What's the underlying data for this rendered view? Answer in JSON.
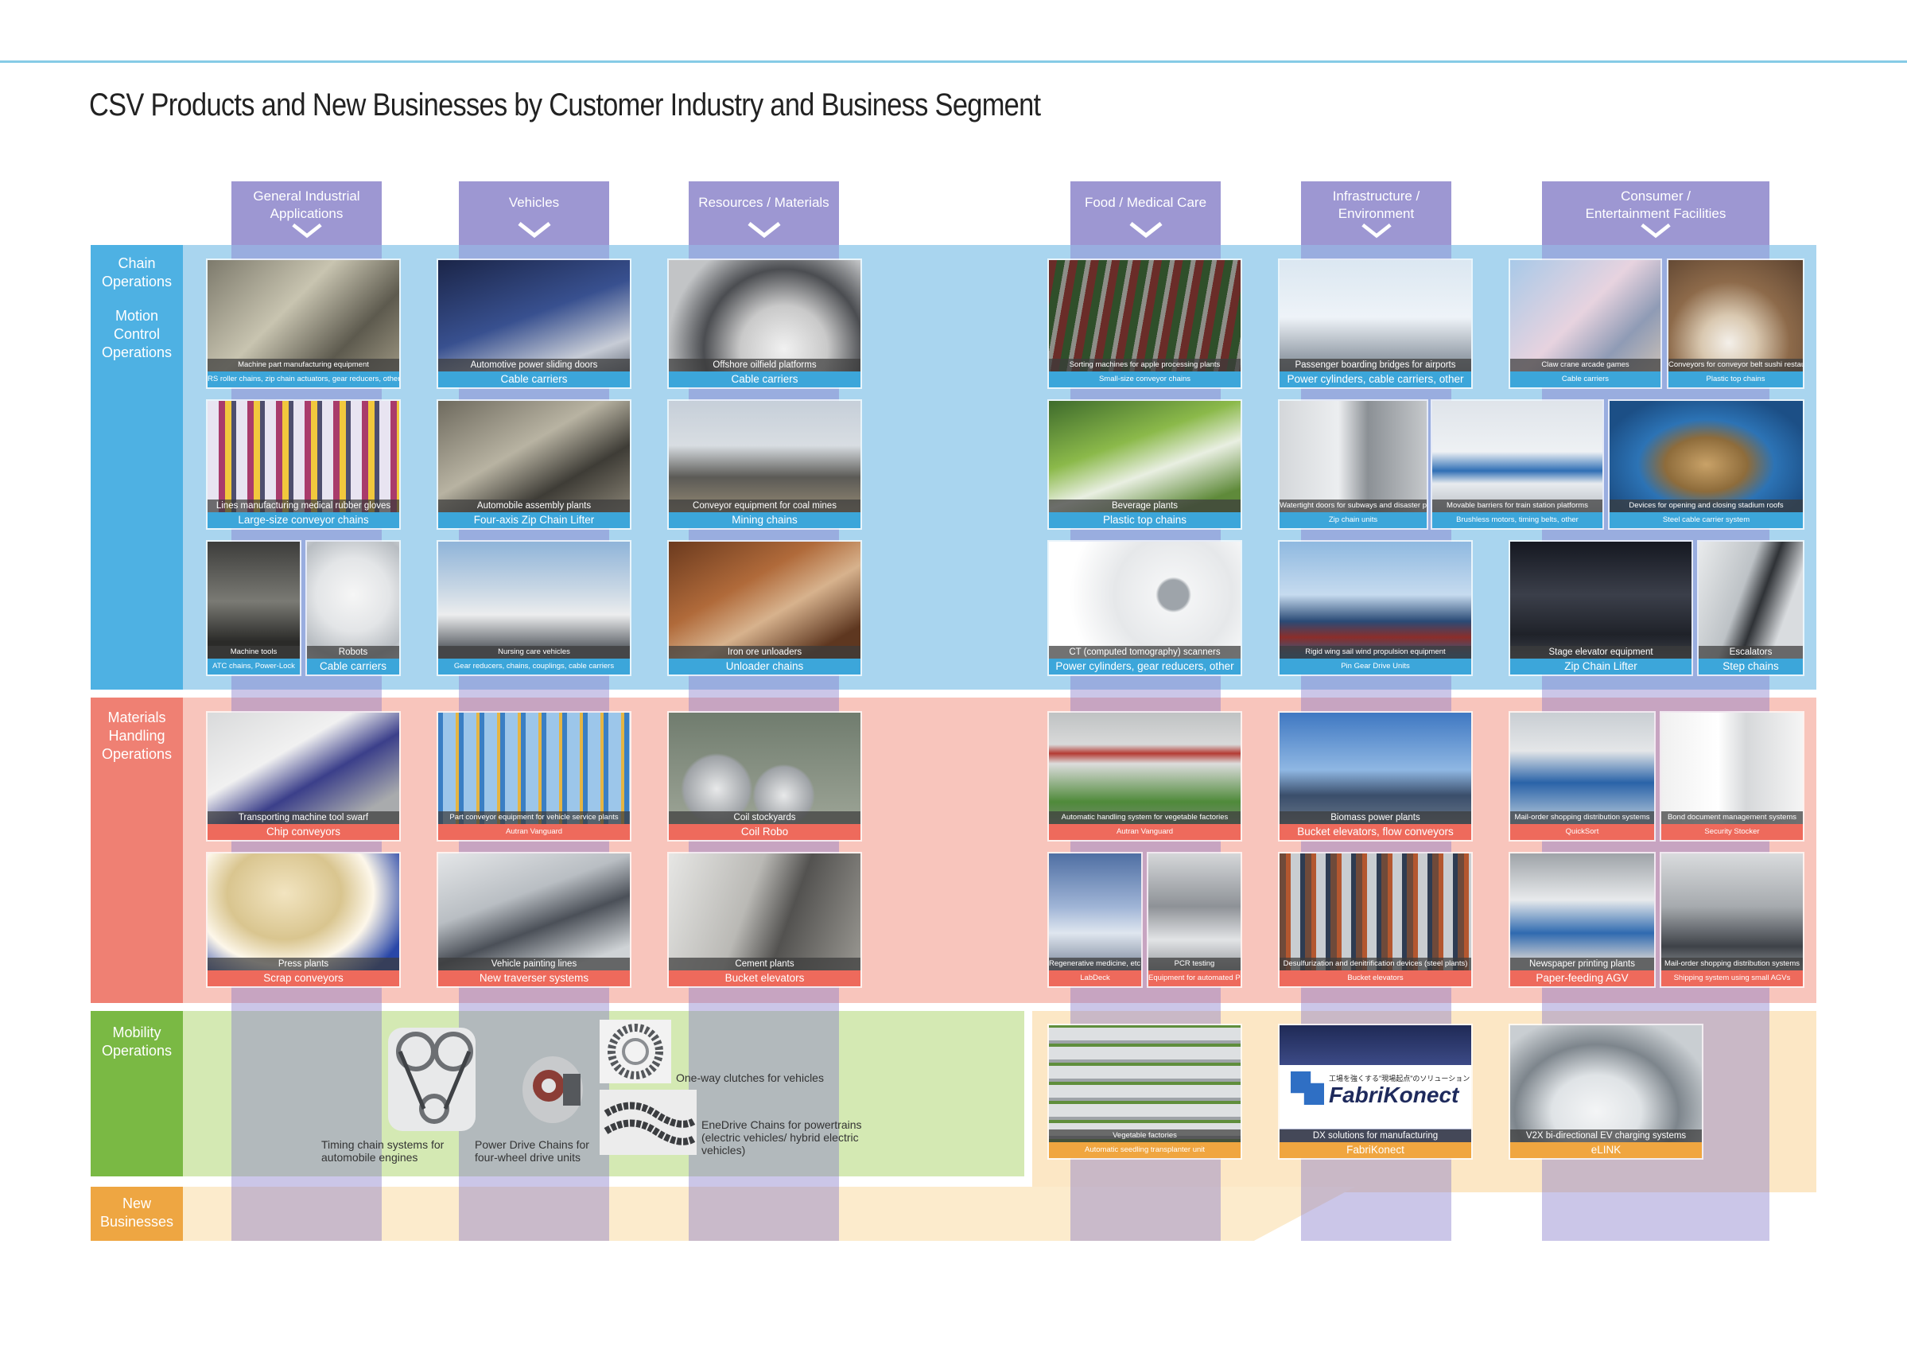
{
  "title": "CSV Products and New Businesses by Customer Industry and Business Segment",
  "columns": [
    {
      "label": "General Industrial Applications"
    },
    {
      "label": "Vehicles"
    },
    {
      "label": "Resources / Materials"
    },
    {
      "label": "Food / Medical Care"
    },
    {
      "label": "Infrastructure / Environment"
    },
    {
      "label": "Consumer / Entertainment Facilities"
    }
  ],
  "segments": {
    "chain": "Chain Operations",
    "motion": "Motion Control Operations",
    "materials": "Materials Handling Operations",
    "mobility": "Mobility Operations",
    "new": "New Businesses"
  },
  "colors": {
    "chain_band": "#a8d4ee",
    "chain_label": "#4ab0e2",
    "materials_band": "#f7c4bb",
    "materials_label": "#ee7f73",
    "mobility_band": "#cfe6ac",
    "mobility_label": "#78b743",
    "new_band": "#fbe6c0",
    "new_label": "#eea440",
    "column": "#9d97d2"
  },
  "cards": [
    {
      "t": "Machine part manufacturing equipment",
      "p": "RS roller chains, zip chain actuators, gear reducers, other"
    },
    {
      "t": "Automotive power sliding doors",
      "p": "Cable carriers"
    },
    {
      "t": "Offshore oilfield platforms",
      "p": "Cable carriers"
    },
    {
      "t": "Sorting machines for apple processing plants",
      "p": "Small-size conveyor chains"
    },
    {
      "t": "Passenger boarding bridges for airports",
      "p": "Power cylinders, cable carriers, other"
    },
    {
      "t": "Claw crane arcade games",
      "p": "Cable carriers"
    },
    {
      "t": "Conveyors for conveyor belt sushi restaurants",
      "p": "Plastic top chains"
    },
    {
      "t": "Lines manufacturing medical rubber gloves",
      "p": "Large-size conveyor chains"
    },
    {
      "t": "Automobile assembly plants",
      "p": "Four-axis Zip Chain Lifter"
    },
    {
      "t": "Conveyor equipment for coal mines",
      "p": "Mining chains"
    },
    {
      "t": "Beverage plants",
      "p": "Plastic top chains"
    },
    {
      "t": "Watertight doors for subways and disaster prevention",
      "p": "Zip chain units"
    },
    {
      "t": "Movable barriers for train station platforms",
      "p": "Brushless motors, timing belts, other"
    },
    {
      "t": "Devices for opening and closing stadium roofs",
      "p": "Steel cable carrier system"
    },
    {
      "t": "Machine tools",
      "p": "ATC chains, Power-Lock"
    },
    {
      "t": "Robots",
      "p": "Cable carriers"
    },
    {
      "t": "Nursing care vehicles",
      "p": "Gear reducers, chains, couplings, cable carriers"
    },
    {
      "t": "Iron ore unloaders",
      "p": "Unloader chains"
    },
    {
      "t": "CT (computed tomography) scanners",
      "p": "Power cylinders, gear reducers, other"
    },
    {
      "t": "Rigid wing sail wind propulsion equipment",
      "p": "Pin Gear Drive Units"
    },
    {
      "t": "Stage elevator equipment",
      "p": "Zip Chain Lifter"
    },
    {
      "t": "Escalators",
      "p": "Step chains"
    },
    {
      "t": "Transporting machine tool swarf",
      "p": "Chip conveyors"
    },
    {
      "t": "Part conveyor equipment for vehicle service plants",
      "p": "Autran Vanguard"
    },
    {
      "t": "Coil stockyards",
      "p": "Coil Robo"
    },
    {
      "t": "Automatic handling system for vegetable factories",
      "p": "Autran Vanguard"
    },
    {
      "t": "Biomass power plants",
      "p": "Bucket elevators, flow conveyors"
    },
    {
      "t": "Mail-order shopping distribution systems",
      "p": "QuickSort"
    },
    {
      "t": "Bond document management systems",
      "p": "Security Stocker"
    },
    {
      "t": "Press plants",
      "p": "Scrap conveyors"
    },
    {
      "t": "Vehicle painting lines",
      "p": "New traverser systems"
    },
    {
      "t": "Cement plants",
      "p": "Bucket elevators"
    },
    {
      "t": "Regenerative medicine, etc.",
      "p": "LabDeck"
    },
    {
      "t": "PCR testing",
      "p": "Equipment for automated PCR testing"
    },
    {
      "t": "Desulfurization and denitrification devices (steel plants)",
      "p": "Bucket elevators"
    },
    {
      "t": "Newspaper printing plants",
      "p": "Paper-feeding AGV"
    },
    {
      "t": "Mail-order shopping distribution systems",
      "p": "Shipping system using small AGVs"
    },
    {
      "t": "Vegetable factories",
      "p": "Automatic seedling transplanter unit"
    },
    {
      "t": "DX solutions for manufacturing",
      "p": "FabriKonect"
    },
    {
      "t": "V2X bi-directional EV charging systems",
      "p": "eLINK"
    }
  ],
  "mobility": {
    "timing": "Timing chain systems for automobile engines",
    "power": "Power Drive Chains for four-wheel drive units",
    "oneway": "One-way clutches for vehicles",
    "enedrive": "EneDrive Chains for powertrains (electric vehicles/ hybrid electric vehicles)"
  },
  "fabrikonect": {
    "jp": "工場を強くする\"現場起点\"のソリューション",
    "logo": "FabriKonect"
  }
}
